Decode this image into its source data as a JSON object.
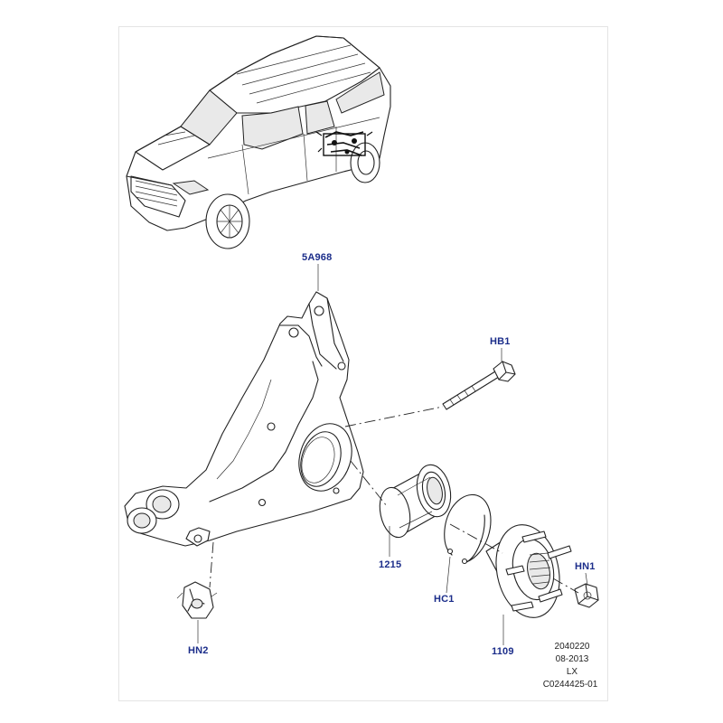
{
  "callouts": {
    "knuckle": "5A968",
    "bolt": "HB1",
    "bearing": "1215",
    "circlip": "HC1",
    "hub": "1109",
    "hub_nut": "HN1",
    "lower_nut": "HN2"
  },
  "footer": {
    "line1": "2040220",
    "line2": "08-2013",
    "line3": "LX",
    "line4": "C0244425-01"
  }
}
